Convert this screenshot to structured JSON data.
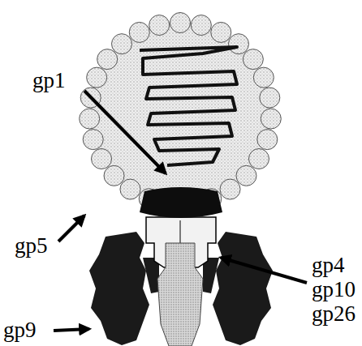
{
  "diagram": {
    "labels": [
      "gp1",
      "gp5",
      "gp4",
      "gp10",
      "gp26",
      "gp9"
    ]
  }
}
